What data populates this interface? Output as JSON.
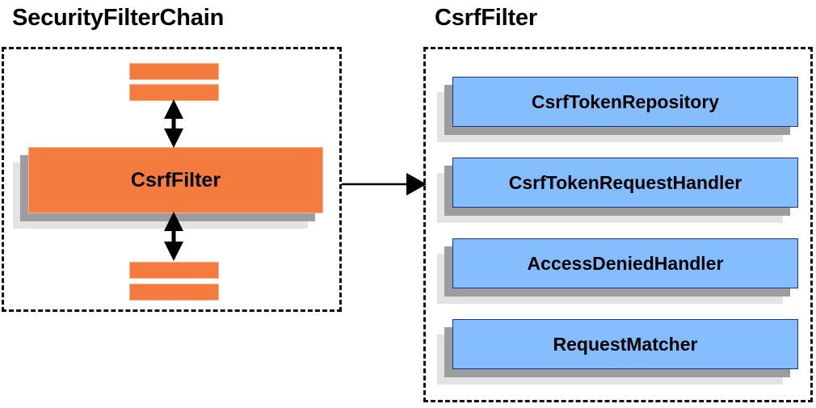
{
  "diagram": {
    "title_left": "SecurityFilterChain",
    "title_right": "CsrfFilter",
    "left_panel": {
      "name": "SecurityFilterChain",
      "main_node": "CsrfFilter",
      "filter_bars_above": 2,
      "filter_bars_below": 2
    },
    "right_panel": {
      "name": "CsrfFilter",
      "collaborators": [
        {
          "label": "CsrfTokenRepository"
        },
        {
          "label": "CsrfTokenRequestHandler"
        },
        {
          "label": "AccessDeniedHandler"
        },
        {
          "label": "RequestMatcher"
        }
      ]
    },
    "connector": {
      "from": "CsrfFilter",
      "to": "CsrfFilter detail panel",
      "style": "single-headed arrow"
    },
    "internal_connectors": [
      {
        "style": "double-headed arrow",
        "between": "filter bars above and CsrfFilter"
      },
      {
        "style": "double-headed arrow",
        "between": "CsrfFilter and filter bars below"
      }
    ],
    "colors": {
      "orange_fill": "#f47b3e",
      "orange_border": "#f9b08c",
      "blue_fill": "#84beff",
      "blue_border": "#1b2f8f",
      "shadow_near": "#9d9d9d",
      "shadow_far": "#e3e3e3",
      "panel_border": "#111111",
      "text": "#000000",
      "background": "#ffffff"
    }
  }
}
